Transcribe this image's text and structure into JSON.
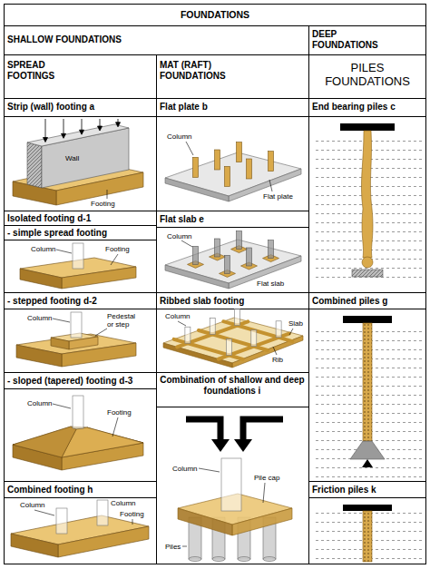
{
  "diagram": {
    "title": "FOUNDATIONS",
    "labels": [
      "SHALLOW FOUNDATIONS",
      "DEEP FOUNDATIONS",
      "SPREAD FOOTINGS",
      "MAT (RAFT) FOUNDATIONS",
      "PILES FOUNDATIONS",
      "Strip (wall) footing a",
      "Flat plate b",
      "End bearing piles c",
      "Wall",
      "Footing",
      "Column",
      "Flat plate",
      "Isolated footing d-1",
      "- simple spread footing",
      "Flat slab e",
      "Column",
      "Column",
      "Footing",
      "Flat slab",
      "- stepped footing d-2",
      "Ribbed slab footing",
      "Combined piles g",
      "Column",
      "Pedestal or step",
      "Column",
      "Slab",
      "Rib",
      "- sloped (tapered) footing d-3",
      "Combination of shallow and deep foundations i",
      "Column",
      "Footing",
      "Column",
      "Pile cap",
      "Combined footing h",
      "Friction piles k",
      "Column",
      "Column",
      "Footing",
      "Piles"
    ]
  }
}
